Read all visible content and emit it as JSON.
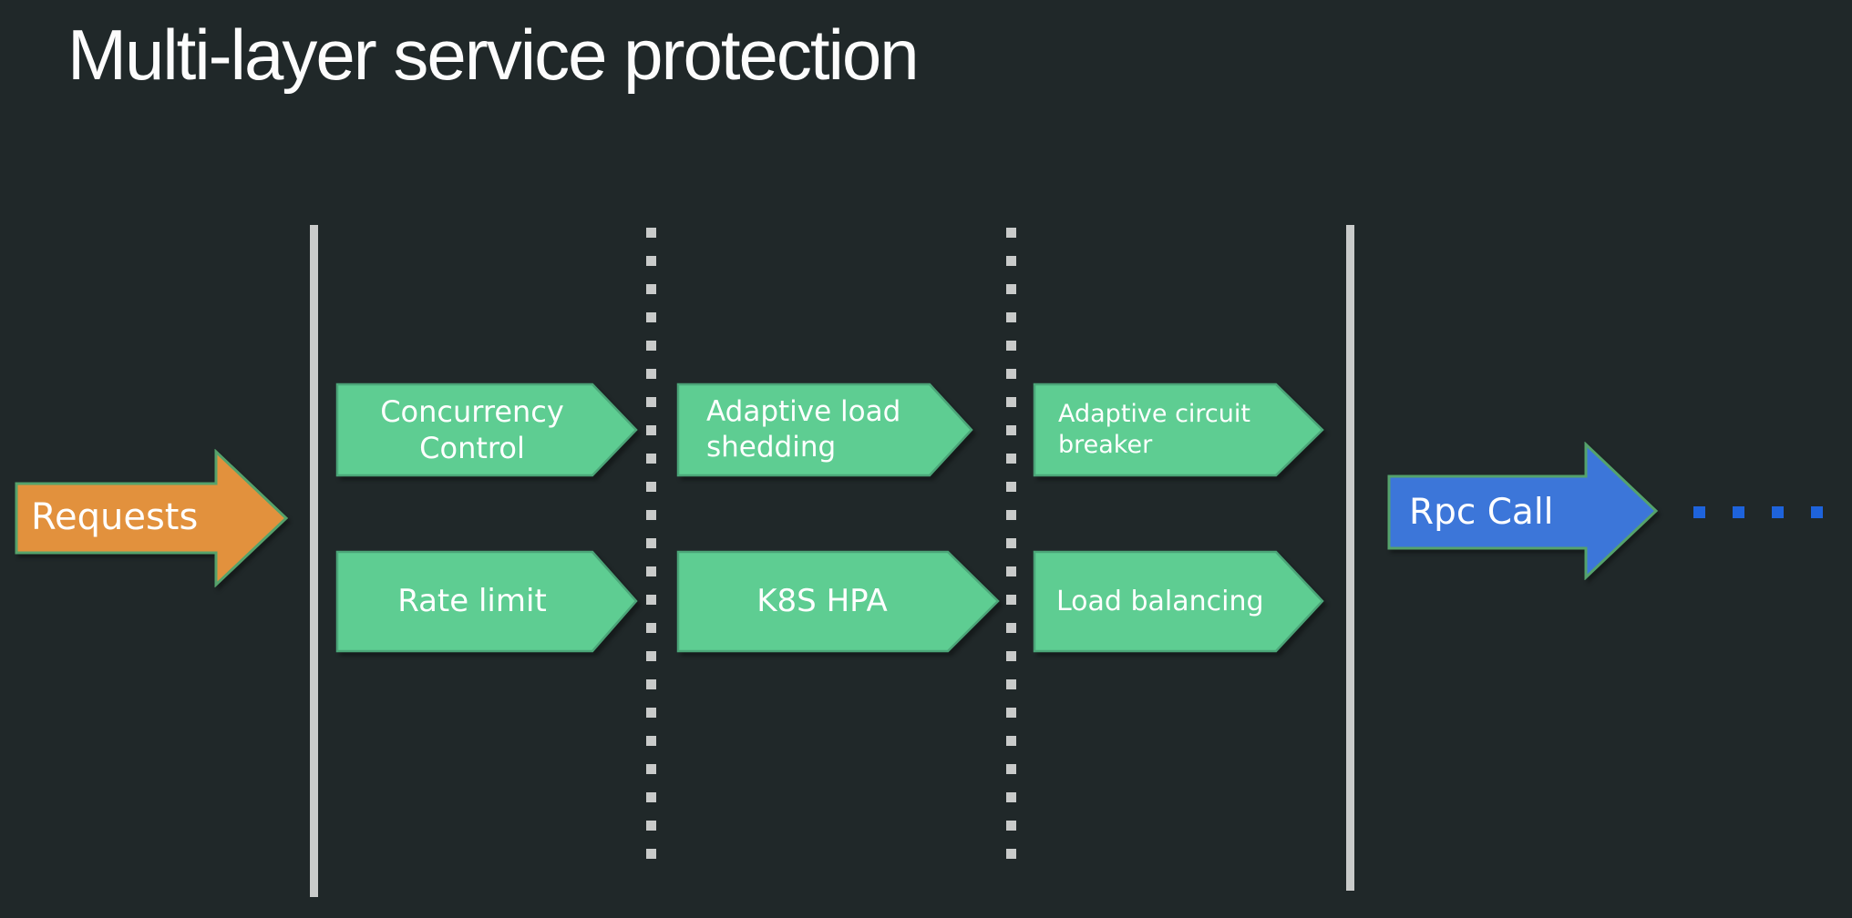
{
  "title": "Multi-layer service protection",
  "input_arrow": {
    "label": "Requests"
  },
  "output_arrow": {
    "label": "Rpc Call"
  },
  "boxes": {
    "concurrency_control": "Concurrency\nControl",
    "adaptive_load_shedding": "Adaptive load\nshedding",
    "adaptive_circuit_breaker": "Adaptive circuit\nbreaker",
    "rate_limit": "Rate limit",
    "k8s_hpa": "K8S HPA",
    "load_balancing": "Load balancing"
  },
  "colors": {
    "background": "#202829",
    "box_green": "#5ecd92",
    "request_orange": "#e2913d",
    "rpc_blue": "#3c76d9",
    "divider_gray": "#c9cbca",
    "continuation_dot_blue": "#1e63db",
    "text": "#ffffff"
  }
}
